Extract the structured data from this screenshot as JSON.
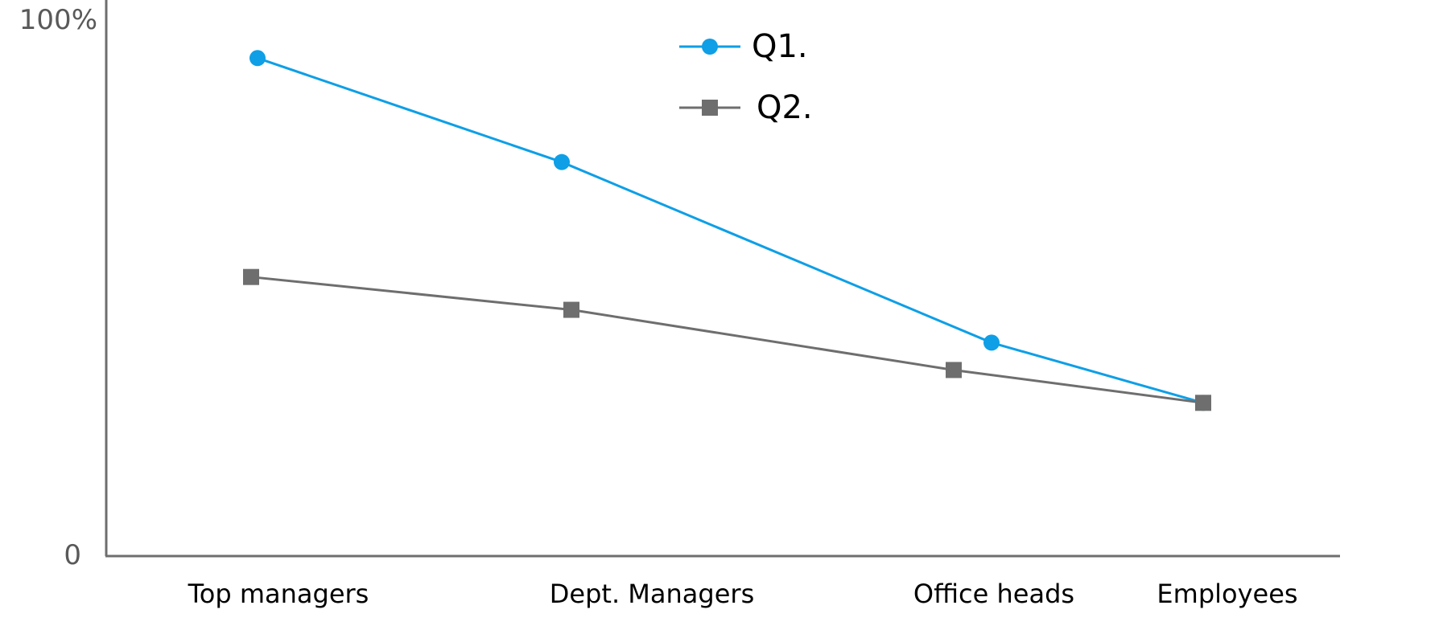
{
  "chart_data": {
    "type": "line",
    "categories": [
      "Top managers",
      "Dept. Managers",
      "Office heads",
      "Employees"
    ],
    "y_tick_labels": {
      "min": "0",
      "max": "100%"
    },
    "ylim": [
      0,
      100
    ],
    "grid": false,
    "legend_position": "top-center",
    "series": [
      {
        "name": "Q1.",
        "values": [
          91,
          72,
          39,
          28
        ],
        "color": "#0E9FE6",
        "marker": "circle"
      },
      {
        "name": "Q2.",
        "values": [
          51,
          45,
          34,
          28
        ],
        "color": "#6E6E6E",
        "marker": "square"
      }
    ]
  }
}
